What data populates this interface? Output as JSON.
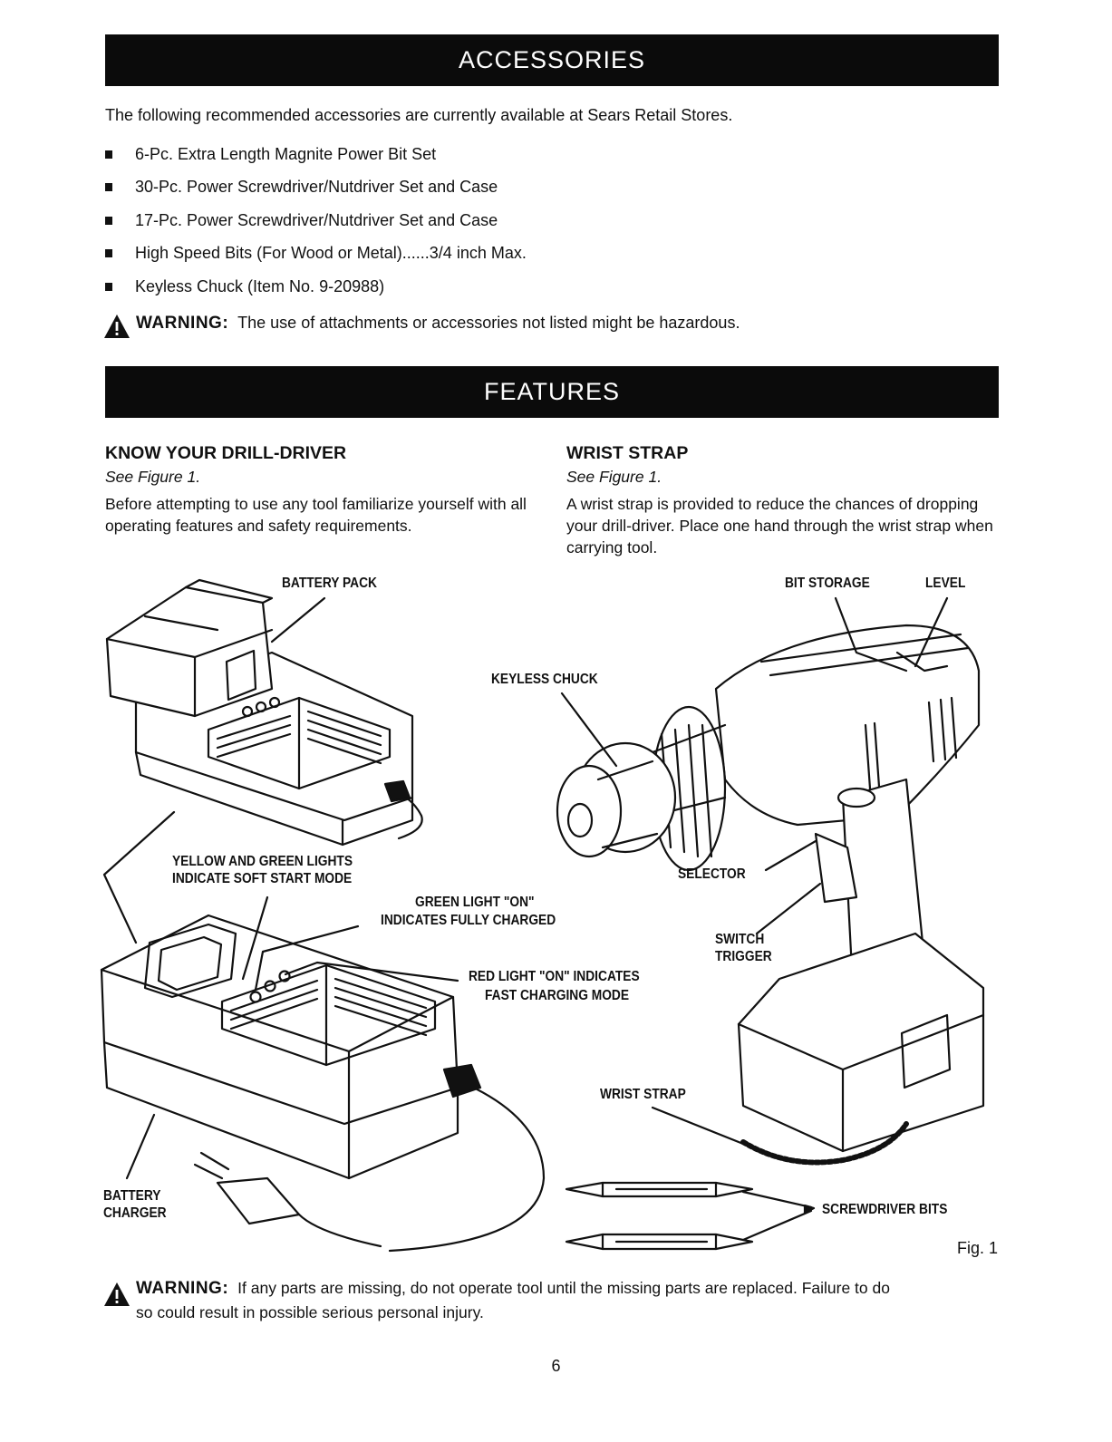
{
  "accessories": {
    "title": "ACCESSORIES",
    "intro": "The following recommended accessories are currently available at Sears Retail Stores.",
    "items": [
      "6-Pc. Extra Length Magnite Power Bit Set",
      "30-Pc. Power Screwdriver/Nutdriver Set and Case",
      "17-Pc. Power Screwdriver/Nutdriver Set and Case",
      "High Speed Bits (For Wood or Metal)......3/4 inch Max.",
      "Keyless Chuck (Item No. 9-20988)"
    ],
    "warning_label": "WARNING:",
    "warning_text": "The use of attachments or accessories not listed might be hazardous."
  },
  "features": {
    "title": "FEATURES",
    "know": {
      "heading": "KNOW YOUR DRILL-DRIVER",
      "see": "See Figure 1.",
      "body": "Before attempting to use any tool familiarize yourself with all operating features and safety requirements."
    },
    "wrist": {
      "heading": "WRIST STRAP",
      "see": "See Figure 1.",
      "body": "A wrist strap is provided to reduce the chances of dropping your drill-driver. Place one hand through the wrist strap when carrying tool."
    }
  },
  "figure": {
    "labels": {
      "battery_pack": "BATTERY PACK",
      "bit_storage": "BIT STORAGE",
      "level": "LEVEL",
      "keyless_chuck": "KEYLESS CHUCK",
      "yellow_green_1": "YELLOW AND GREEN LIGHTS",
      "yellow_green_2": "INDICATE SOFT START MODE",
      "green_light_1": "GREEN LIGHT \"ON\"",
      "green_light_2": "INDICATES FULLY CHARGED",
      "selector": "SELECTOR",
      "switch_1": "SWITCH",
      "switch_2": "TRIGGER",
      "red_light_1": "RED LIGHT \"ON\" INDICATES",
      "red_light_2": "FAST CHARGING MODE",
      "wrist_strap": "WRIST STRAP",
      "battery_charger_1": "BATTERY",
      "battery_charger_2": "CHARGER",
      "screwdriver_bits": "SCREWDRIVER BITS"
    },
    "caption": "Fig. 1"
  },
  "bottom_warning": {
    "label": "WARNING:",
    "line1": "If any parts are missing, do not operate tool until the missing parts are replaced. Failure to do",
    "line2": "so could result in possible serious personal injury."
  },
  "page_number": "6"
}
